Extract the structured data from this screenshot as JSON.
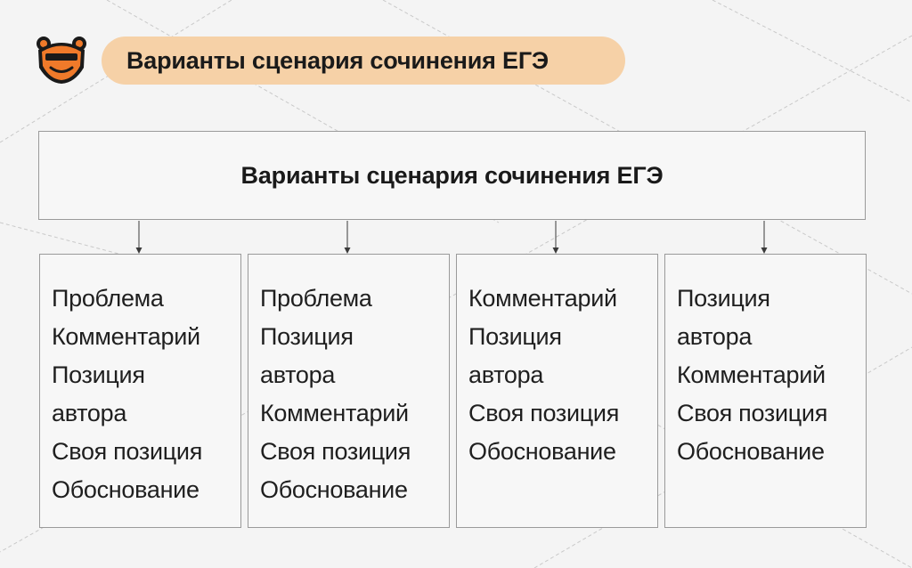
{
  "header": {
    "logo_icon": "bear-head-icon",
    "title": "Варианты сценария сочинения ЕГЭ",
    "pill_color": "#f6d1a7"
  },
  "diagram": {
    "root": "Варианты сценария сочинения ЕГЭ",
    "columns": [
      {
        "lines": [
          "Проблема",
          "Комментарий",
          "Позиция",
          "автора",
          "Своя позиция",
          "Обоснование"
        ]
      },
      {
        "lines": [
          "Проблема",
          "Позиция",
          "автора",
          "Комментарий",
          "Своя позиция",
          "Обоснование"
        ]
      },
      {
        "lines": [
          "Комментарий",
          "Позиция",
          "автора",
          "Своя позиция",
          "Обоснование"
        ]
      },
      {
        "lines": [
          "Позиция",
          "автора",
          "Комментарий",
          "Своя позиция",
          "Обоснование"
        ]
      }
    ]
  }
}
